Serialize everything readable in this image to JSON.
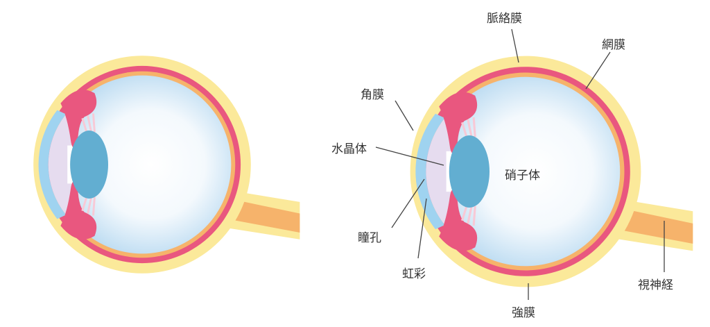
{
  "labels": {
    "choroid": "脈絡膜",
    "retina": "網膜",
    "cornea": "角膜",
    "lens": "水晶体",
    "vitreous": "硝子体",
    "pupil": "瞳孔",
    "iris": "虹彩",
    "sclera": "強膜",
    "optic_nerve": "視神経"
  },
  "colors": {
    "sclera": "#fbe99a",
    "choroid": "#e9577f",
    "retina": "#f6b36b",
    "cornea": "#9fd3f0",
    "lens": "#62aed1",
    "aqueous": "#e6dcef",
    "vitreous_edge": "#bcdcf2"
  }
}
